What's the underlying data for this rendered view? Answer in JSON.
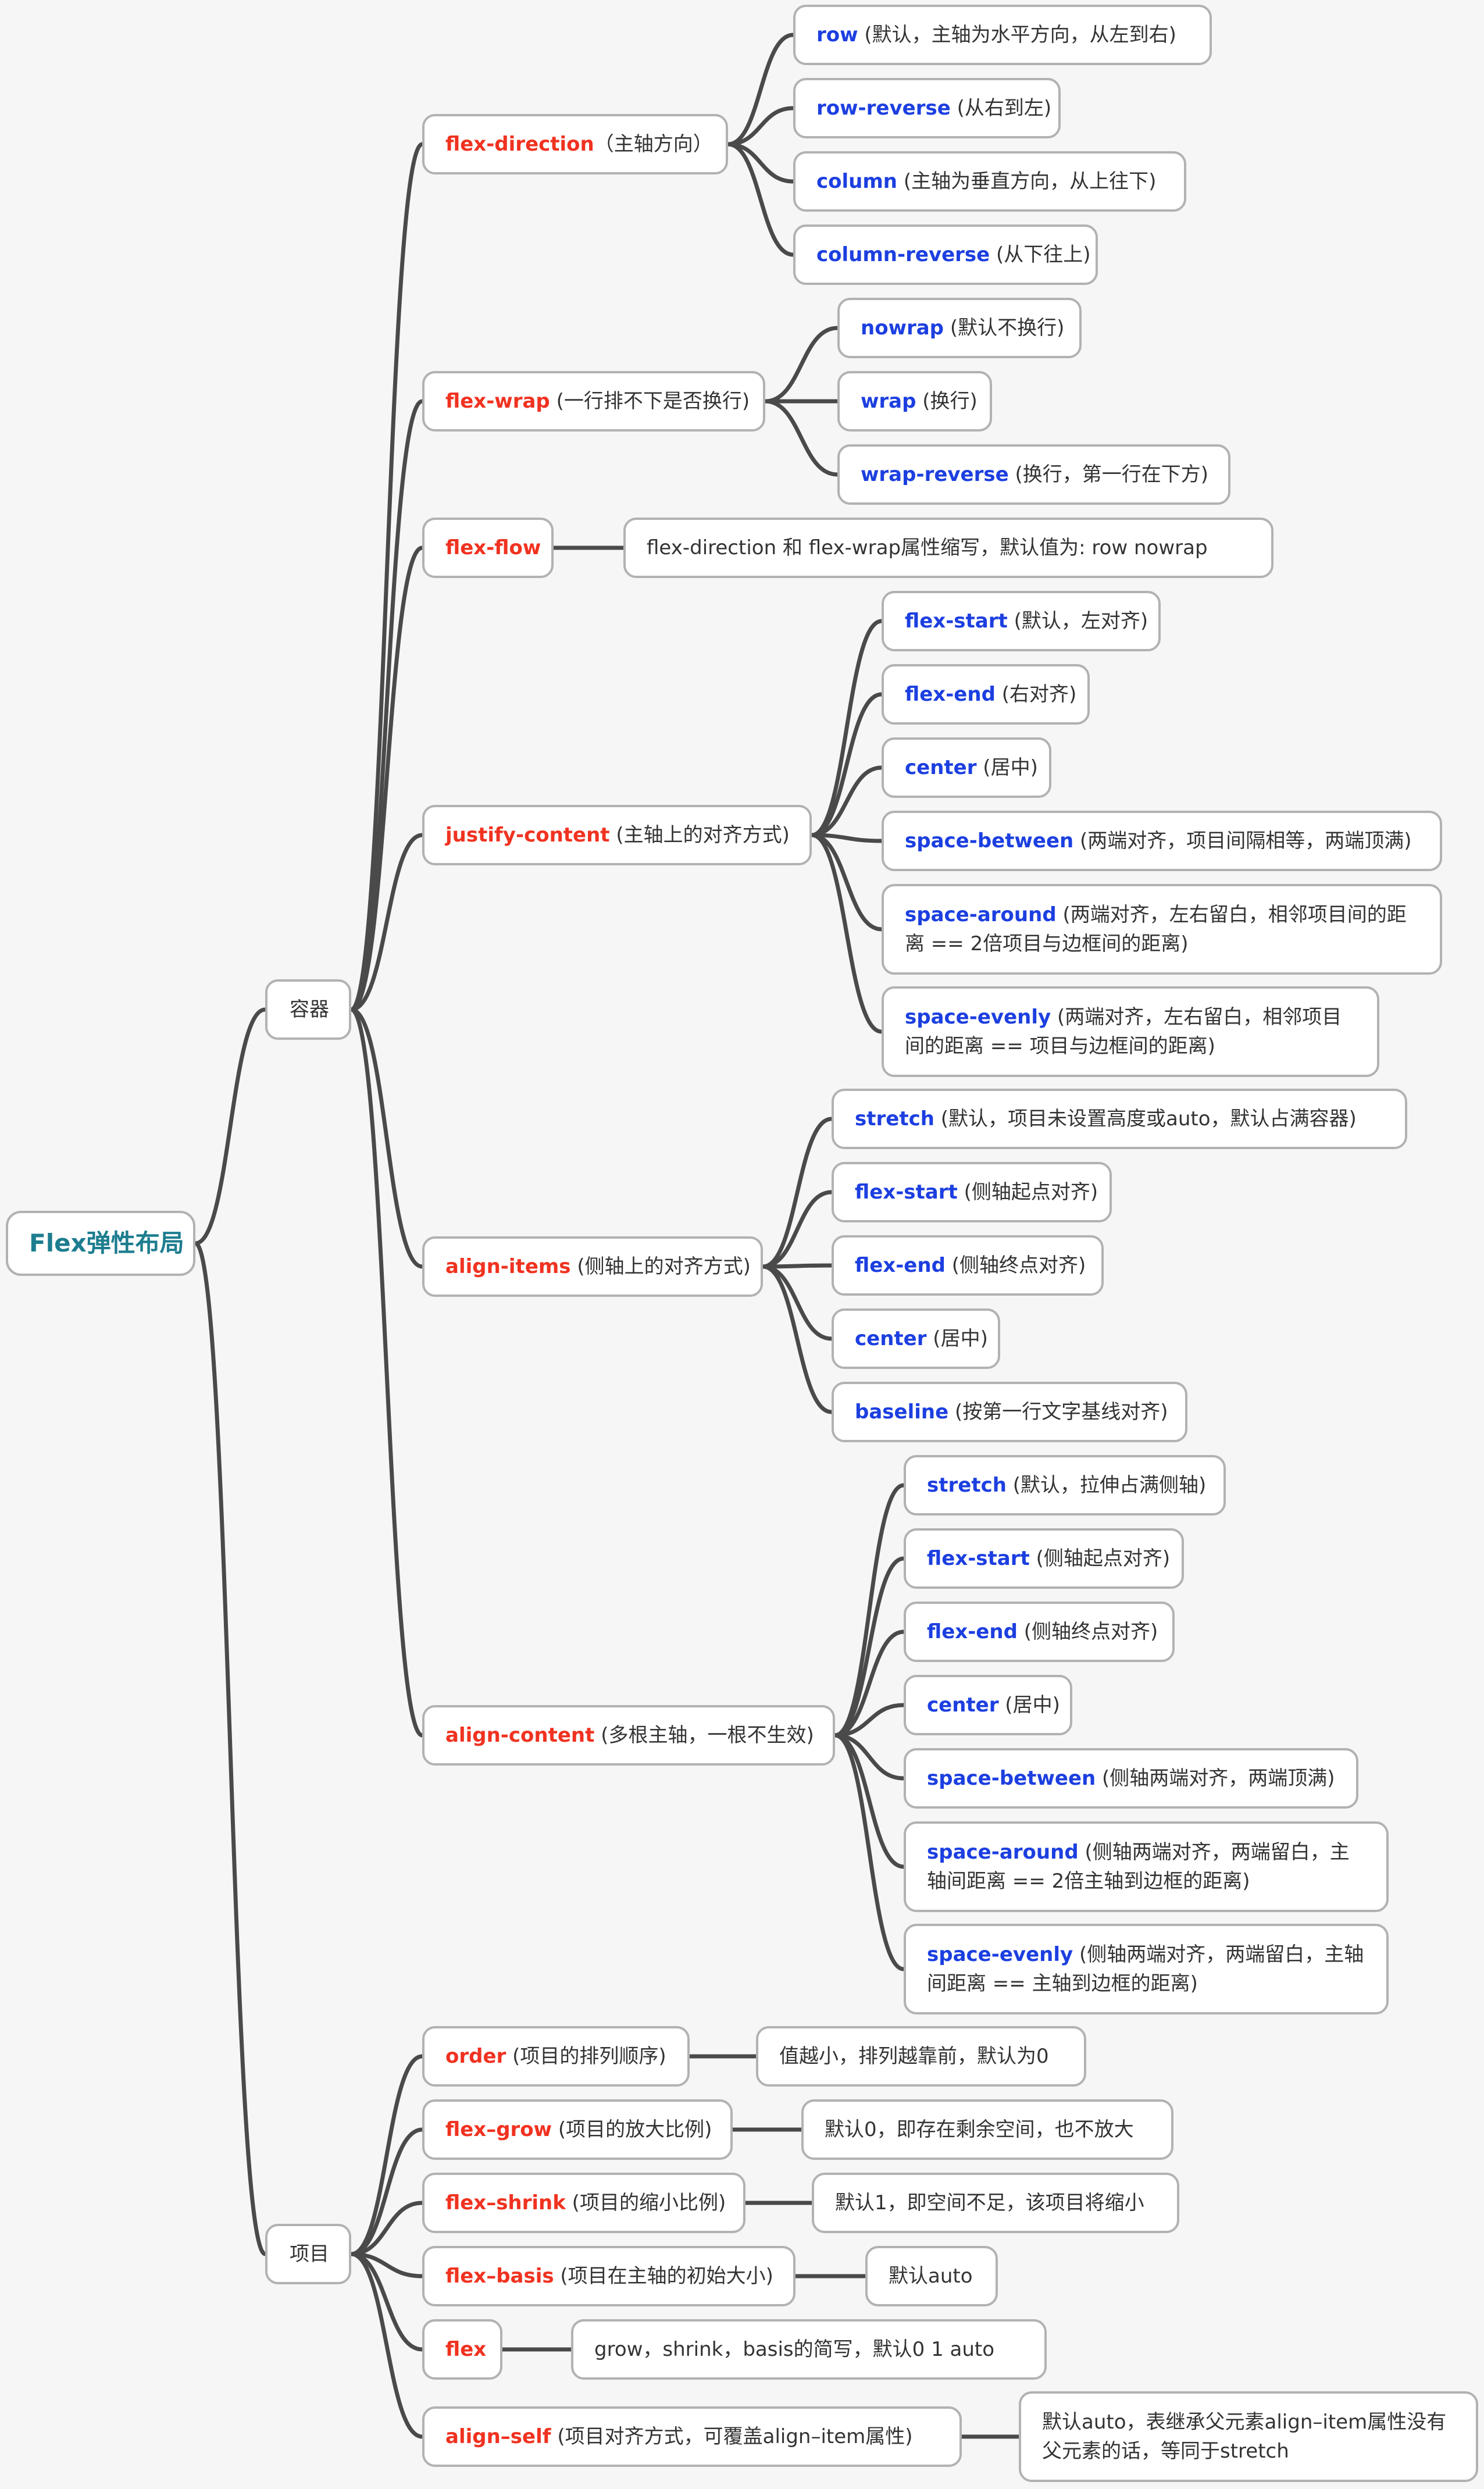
{
  "title": "Flex弹性布局",
  "colors": {
    "line": "#4a4a4a",
    "node_border": "#b2b2b2",
    "root_text": "#1d7d8f",
    "property_text": "#f03220",
    "value_text": "#1c3fe0",
    "background": "#f6f6f6"
  },
  "branches": [
    {
      "label": "容器",
      "properties": [
        {
          "name": "flex-direction",
          "desc": "（主轴方向）",
          "values": [
            {
              "name": "row",
              "desc": " (默认，主轴为水平方向，从左到右)"
            },
            {
              "name": "row-reverse",
              "desc": " (从右到左)"
            },
            {
              "name": "column",
              "desc": " (主轴为垂直方向，从上往下)"
            },
            {
              "name": "column-reverse",
              "desc": " (从下往上)"
            }
          ]
        },
        {
          "name": "flex-wrap",
          "desc": " (一行排不下是否换行)",
          "values": [
            {
              "name": "nowrap",
              "desc": " (默认不换行)"
            },
            {
              "name": "wrap",
              "desc": " (换行)"
            },
            {
              "name": "wrap-reverse",
              "desc": " (换行，第一行在下方)"
            }
          ]
        },
        {
          "name": "flex-flow",
          "desc": "",
          "note": "flex-direction 和 flex-wrap属性缩写，默认值为: row nowrap"
        },
        {
          "name": "justify-content",
          "desc": " (主轴上的对齐方式)",
          "values": [
            {
              "name": "flex-start",
              "desc": " (默认，左对齐)"
            },
            {
              "name": "flex-end",
              "desc": " (右对齐)"
            },
            {
              "name": "center",
              "desc": " (居中)"
            },
            {
              "name": "space-between",
              "desc": " (两端对齐，项目间隔相等，两端顶满)"
            },
            {
              "name": "space-around",
              "desc": " (两端对齐，左右留白，相邻项目间的距离 == 2倍项目与边框间的距离)"
            },
            {
              "name": "space-evenly",
              "desc": " (两端对齐，左右留白，相邻项目间的距离 == 项目与边框间的距离)"
            }
          ]
        },
        {
          "name": "align-items",
          "desc": " (侧轴上的对齐方式)",
          "values": [
            {
              "name": "stretch",
              "desc": " (默认，项目未设置高度或auto，默认占满容器)"
            },
            {
              "name": "flex-start",
              "desc": " (侧轴起点对齐)"
            },
            {
              "name": "flex-end",
              "desc": " (侧轴终点对齐)"
            },
            {
              "name": "center",
              "desc": " (居中)"
            },
            {
              "name": "baseline",
              "desc": " (按第一行文字基线对齐)"
            }
          ]
        },
        {
          "name": "align-content",
          "desc": " (多根主轴，一根不生效)",
          "values": [
            {
              "name": "stretch",
              "desc": " (默认，拉伸占满侧轴)"
            },
            {
              "name": "flex-start",
              "desc": " (侧轴起点对齐)"
            },
            {
              "name": "flex-end",
              "desc": " (侧轴终点对齐)"
            },
            {
              "name": "center",
              "desc": " (居中)"
            },
            {
              "name": "space-between",
              "desc": " (侧轴两端对齐，两端顶满)"
            },
            {
              "name": "space-around",
              "desc": " (侧轴两端对齐，两端留白，主轴间距离 == 2倍主轴到边框的距离)"
            },
            {
              "name": "space-evenly",
              "desc": " (侧轴两端对齐，两端留白，主轴间距离 == 主轴到边框的距离)"
            }
          ]
        }
      ]
    },
    {
      "label": "项目",
      "properties": [
        {
          "name": "order",
          "desc": " (项目的排列顺序)",
          "note": "值越小，排列越靠前，默认为0"
        },
        {
          "name": "flex–grow",
          "desc": " (项目的放大比例)",
          "note": "默认0，即存在剩余空间，也不放大"
        },
        {
          "name": "flex–shrink",
          "desc": " (项目的缩小比例)",
          "note": "默认1，即空间不足，该项目将缩小"
        },
        {
          "name": "flex–basis",
          "desc": " (项目在主轴的初始大小)",
          "note": "默认auto"
        },
        {
          "name": "flex",
          "desc": "",
          "note": "grow，shrink，basis的简写，默认0 1 auto"
        },
        {
          "name": "align–self",
          "desc": " (项目对齐方式，可覆盖align–item属性)",
          "note": "默认auto，表继承父元素align–item属性没有父元素的话，等同于stretch"
        }
      ]
    }
  ]
}
